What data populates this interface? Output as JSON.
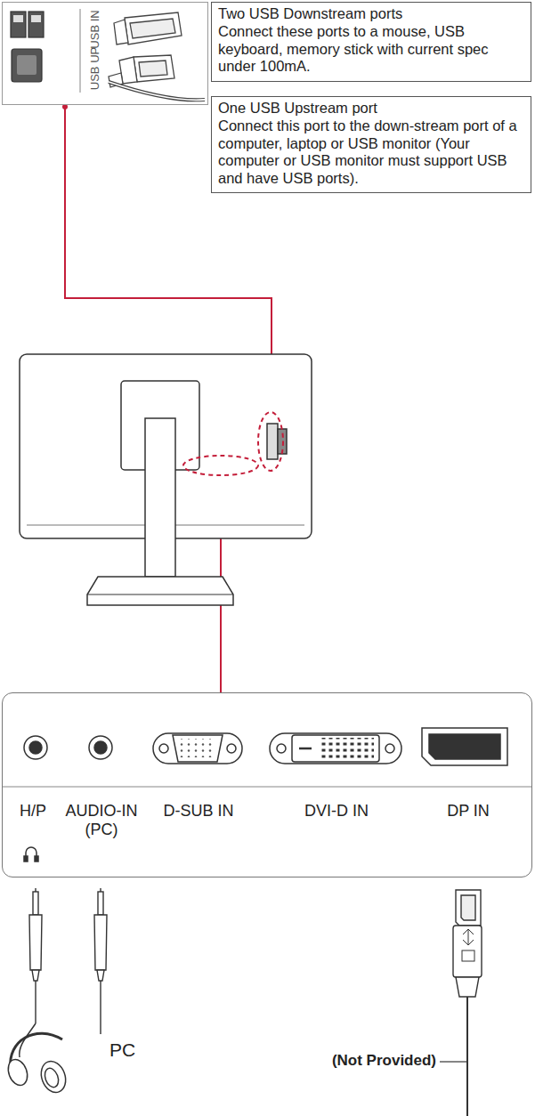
{
  "diagram": {
    "nodes": [
      {
        "text": [
          "USB IN",
          "USB UP"
        ]
      },
      {
        "text": [
          "Two USB Downstream ports",
          "Connect these ports to a mouse, USB keyboard, memory stick with current spec under 100mA."
        ]
      },
      {
        "text": [
          "One USB Upstream port",
          "Connect this port to the down-stream port of a computer, laptop or USB monitor (Your computer or USB monitor must support USB and have USB ports)."
        ]
      },
      {
        "text": [
          "H/P",
          "AUDIO-IN (PC)",
          "D-SUB IN",
          "DVI-D IN",
          "DP IN"
        ]
      }
    ],
    "labels": [
      "PC",
      "(Not Provided)"
    ]
  }
}
